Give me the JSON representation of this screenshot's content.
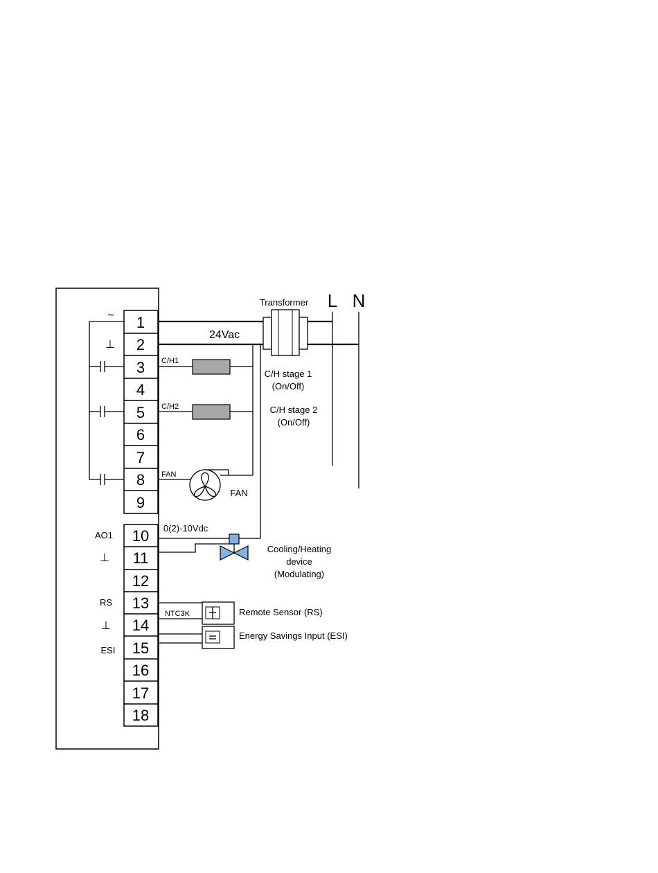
{
  "terminals": [
    "1",
    "2",
    "3",
    "4",
    "5",
    "6",
    "7",
    "8",
    "9",
    "10",
    "11",
    "12",
    "13",
    "14",
    "15",
    "16",
    "17",
    "18"
  ],
  "side_labels": {
    "t1": "~",
    "t2": "⊥",
    "ao1": "AO1",
    "t11": "⊥",
    "rs": "RS",
    "t14": "⊥",
    "esi": "ESI"
  },
  "transformer": {
    "label": "Transformer",
    "voltage": "24Vac"
  },
  "power": {
    "line": "L",
    "neutral": "N"
  },
  "outputs": {
    "ch1_tag": "C/H1",
    "ch2_tag": "C/H2",
    "fan_tag": "FAN",
    "ch_stage1": [
      "C/H stage 1",
      "(On/Off)"
    ],
    "ch_stage2": [
      "C/H stage 2",
      "(On/Off)"
    ],
    "fan_label": "FAN"
  },
  "analog": {
    "signal": "0(2)-10Vdc",
    "device": [
      "Cooling/Heating",
      "device",
      "(Modulating)"
    ]
  },
  "inputs": {
    "ntc": "NTC3K",
    "remote_sensor": "Remote Sensor (RS)",
    "esi": "Energy Savings Input (ESI)"
  },
  "colors": {
    "relay_coil": "#a8a8a8",
    "valve": "#7fb3e6"
  }
}
